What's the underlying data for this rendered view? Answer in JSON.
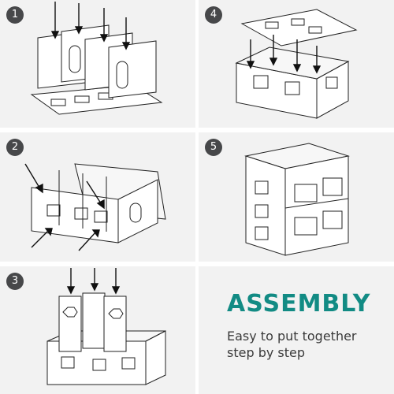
{
  "steps": [
    {
      "number": "1",
      "icon": "step1-assembly-illustration"
    },
    {
      "number": "2",
      "icon": "step2-assembly-illustration"
    },
    {
      "number": "3",
      "icon": "step3-assembly-illustration"
    },
    {
      "number": "4",
      "icon": "step4-assembly-illustration"
    },
    {
      "number": "5",
      "icon": "step5-assembly-illustration"
    }
  ],
  "info": {
    "heading": "ASSEMBLY",
    "line1": "Easy to put together",
    "line2": "step by step"
  },
  "colors": {
    "panel_bg": "#f2f2f2",
    "badge_bg": "#47484a",
    "accent": "#128b84",
    "text": "#3a3a3a",
    "line": "#222222"
  }
}
